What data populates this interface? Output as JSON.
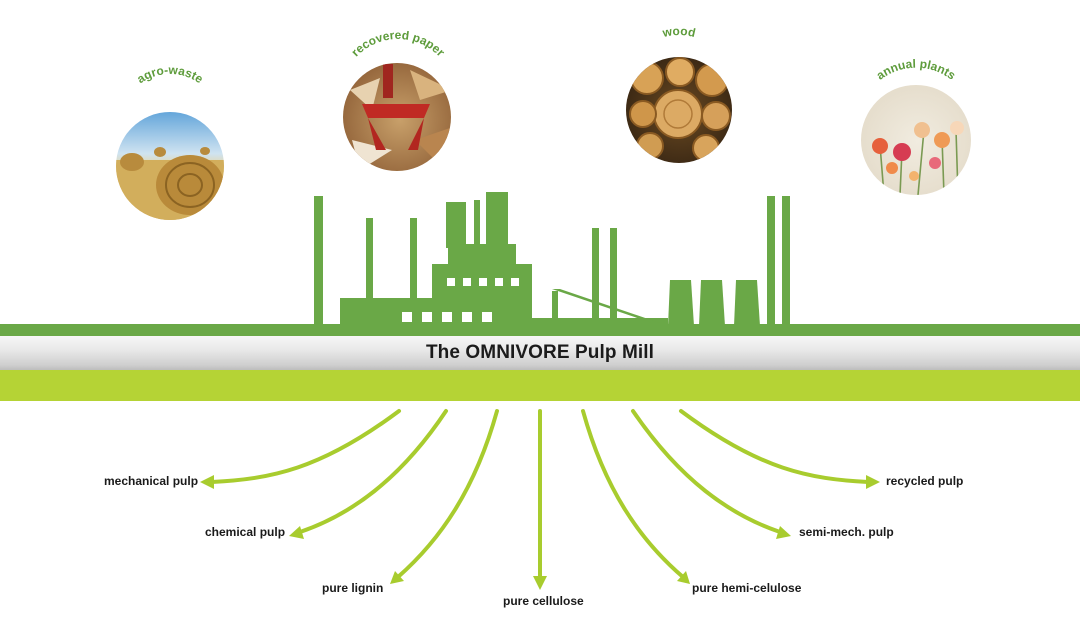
{
  "colors": {
    "factory_green": "#6aa847",
    "arrow_lime": "#a8cc2e",
    "input_label_green": "#5e9c3c",
    "band_lime": "#b5d335"
  },
  "title": "The OMNIVORE Pulp Mill",
  "inputs": [
    {
      "label": "agro-waste"
    },
    {
      "label": "recovered paper"
    },
    {
      "label": "wood"
    },
    {
      "label": "annual plants"
    }
  ],
  "outputs": [
    {
      "label": "mechanical pulp"
    },
    {
      "label": "chemical pulp"
    },
    {
      "label": "pure lignin"
    },
    {
      "label": "pure cellulose"
    },
    {
      "label": "pure hemi-celulose"
    },
    {
      "label": "semi-mech. pulp"
    },
    {
      "label": "recycled pulp"
    }
  ]
}
